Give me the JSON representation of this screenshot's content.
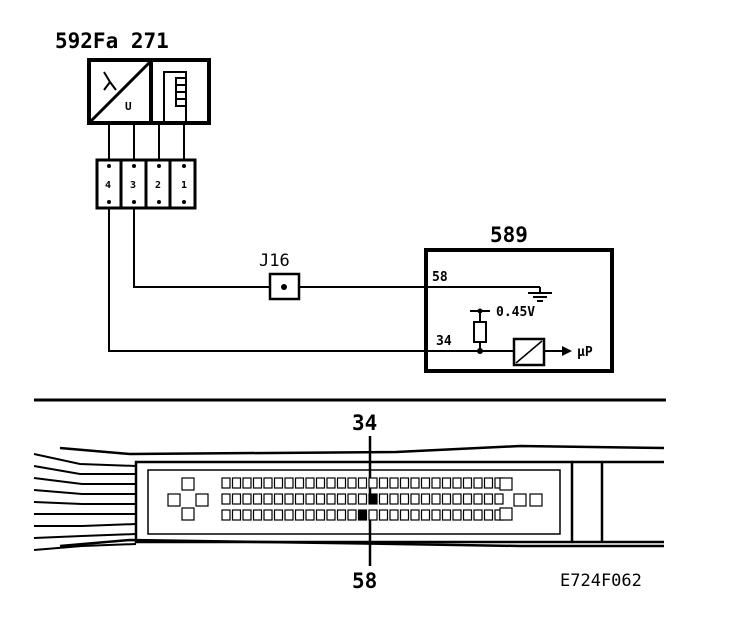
{
  "sensor": {
    "label": "592Fa 271",
    "connector_pins": [
      "4",
      "3",
      "2",
      "1"
    ],
    "sensor_glyph": "U"
  },
  "junction": {
    "label": "J16"
  },
  "ecu": {
    "label": "589",
    "pin_top": "58",
    "pin_bottom": "34",
    "reference_voltage": "0.45V",
    "output_label": "µP"
  },
  "connector_view": {
    "pin_top_callout": "34",
    "pin_bottom_callout": "58"
  },
  "figure_code": "E724F062",
  "colors": {
    "ink": "#000000",
    "paper": "#ffffff"
  }
}
